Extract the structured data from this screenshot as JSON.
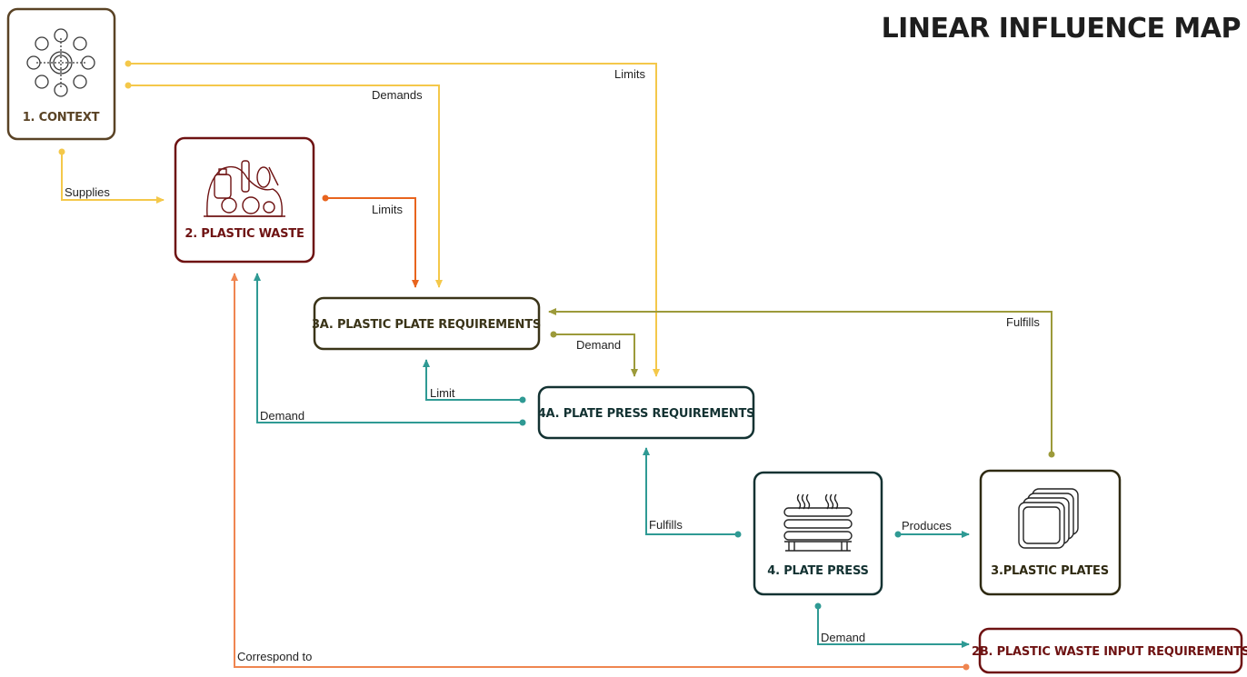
{
  "title": "LINEAR INFLUENCE MAP",
  "colors": {
    "yellow": "#f4c84a",
    "orange_red": "#e8641e",
    "orange": "#ef8550",
    "olive": "#9c9a3a",
    "teal": "#2f9a94",
    "context_border": "#5a4325",
    "waste_border": "#6e1212",
    "req_border": "#3a3418",
    "press_border": "#133232",
    "plates_border": "#2f2a12"
  },
  "nodes": {
    "context": {
      "label": "1. CONTEXT",
      "icon": "context-network-icon"
    },
    "plastic_waste": {
      "label": "2. PLASTIC WASTE",
      "icon": "plastic-waste-pile-icon"
    },
    "plate_requirements": {
      "label": "3A. PLASTIC PLATE REQUIREMENTS"
    },
    "press_requirements": {
      "label": "4A. PLATE PRESS REQUIREMENTS"
    },
    "plate_press": {
      "label": "4. PLATE PRESS",
      "icon": "heated-press-icon"
    },
    "plastic_plates": {
      "label": "3.PLASTIC PLATES",
      "icon": "stacked-plates-icon"
    },
    "waste_input_requirements": {
      "label": "2B. PLASTIC WASTE INPUT REQUIREMENTS"
    }
  },
  "edges": {
    "limits_context_press": "Limits",
    "demands_context_plate": "Demands",
    "supplies": "Supplies",
    "limits_waste_plate": "Limits",
    "fulfills_plates_req": "Fulfills",
    "demand_plate_press": "Demand",
    "limit_press_plate": "Limit",
    "demand_press_waste": "Demand",
    "fulfills_press_req": "Fulfills",
    "produces": "Produces",
    "demand_press_input": "Demand",
    "correspond_to": "Correspond to"
  }
}
